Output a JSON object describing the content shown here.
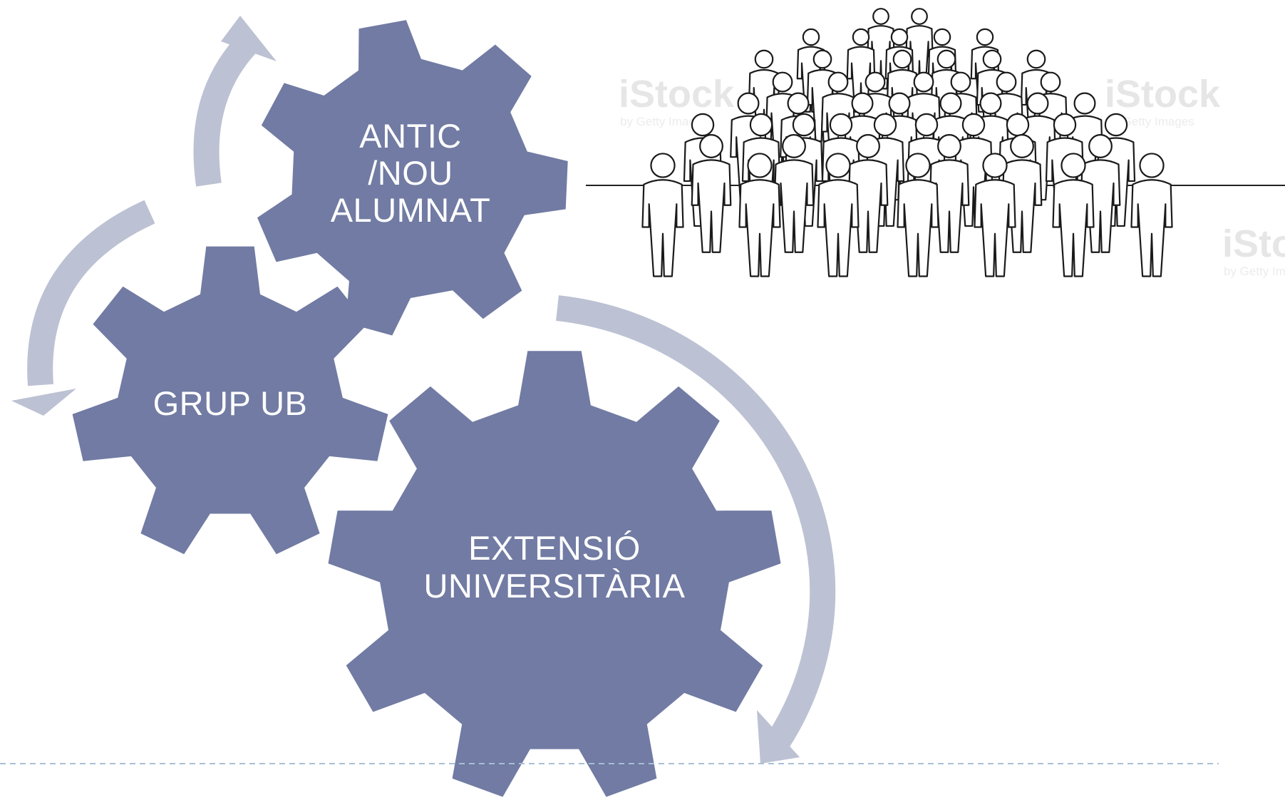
{
  "gears": {
    "top": {
      "line1": "ANTIC",
      "line2": "/NOU",
      "line3": "ALUMNAT"
    },
    "left": {
      "line1": "GRUP UB"
    },
    "bottom": {
      "line1": "EXTENSIÓ",
      "line2": "UNIVERSITÀRIA"
    }
  },
  "image": {
    "watermark": "iStock",
    "watermark_sub": "by Getty Images"
  },
  "colors": {
    "gear": "#717ba3",
    "arrow": "#bcc1d3",
    "gear_text": "#ffffff",
    "divider": "#a9bfd6"
  }
}
